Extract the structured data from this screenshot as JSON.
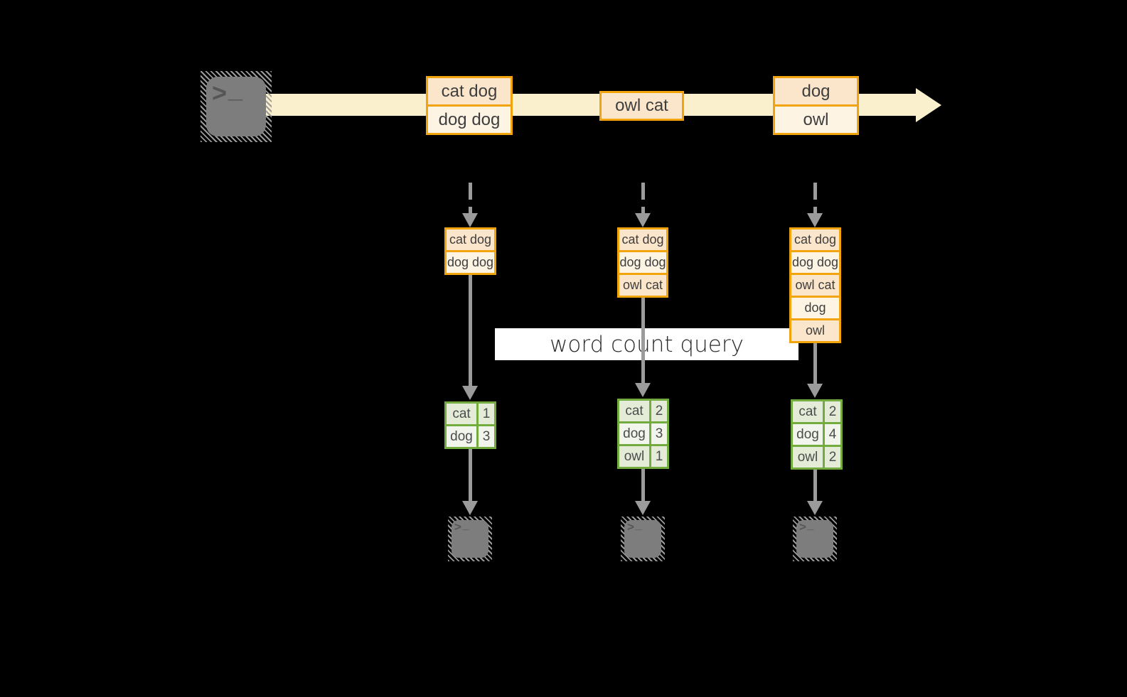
{
  "query": {
    "label": "word count query"
  },
  "terminal": {
    "chevron": ">",
    "underscore": "_"
  },
  "stream": {
    "events": [
      {
        "rows": [
          "cat dog",
          "dog dog"
        ]
      },
      {
        "rows": [
          "owl cat"
        ]
      },
      {
        "rows": [
          "dog",
          "owl"
        ]
      }
    ]
  },
  "tasks": [
    {
      "buffer": [
        "cat dog",
        "dog dog"
      ],
      "table": [
        {
          "word": "cat",
          "count": "1"
        },
        {
          "word": "dog",
          "count": "3"
        }
      ]
    },
    {
      "buffer": [
        "cat dog",
        "dog dog",
        "owl cat"
      ],
      "table": [
        {
          "word": "cat",
          "count": "2"
        },
        {
          "word": "dog",
          "count": "3"
        },
        {
          "word": "owl",
          "count": "1"
        }
      ]
    },
    {
      "buffer": [
        "cat dog",
        "dog dog",
        "owl cat",
        "dog",
        "owl"
      ],
      "table": [
        {
          "word": "cat",
          "count": "2"
        },
        {
          "word": "dog",
          "count": "4"
        },
        {
          "word": "owl",
          "count": "2"
        }
      ]
    }
  ],
  "colors": {
    "gold": "#F1A40E",
    "peach": "#FBE5CB",
    "cream": "#FDF4E4",
    "band": "#FAF0CD",
    "green": "#72AC3F",
    "green_fill_a": "#E4ECD8",
    "green_fill_b": "#F1F5EB",
    "arrow_gray": "#9B9B9B",
    "terminal_gray": "#7D7D7D"
  }
}
